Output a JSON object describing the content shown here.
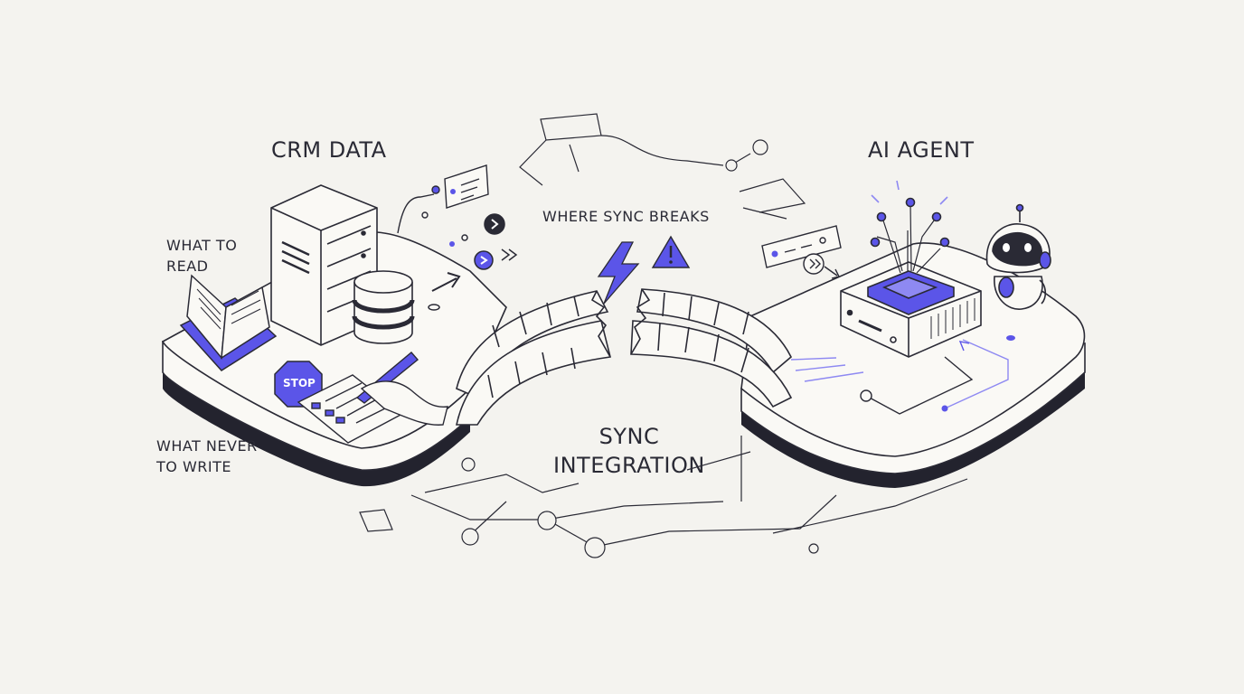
{
  "labels": {
    "crm_data": "CRM DATA",
    "ai_agent": "AI AGENT",
    "what_to_read_1": "WHAT TO",
    "what_to_read_2": "READ",
    "where_sync_breaks": "WHERE SYNC BREAKS",
    "sync_1": "SYNC",
    "sync_2": "INTEGRATION",
    "what_never_1": "WHAT NEVER",
    "what_never_2": "TO WRITE",
    "stop_sign": "STOP"
  },
  "colors": {
    "background": "#f4f3ef",
    "ink": "#2a2a35",
    "accent": "#5b55e8",
    "accent_light": "#8e89f2",
    "platform_fill": "#faf9f5",
    "platform_shadow": "#23232e"
  },
  "icons": [
    "server-rack-icon",
    "database-icon",
    "open-book-icon",
    "stop-sign-icon",
    "pen-hand-icon",
    "broken-bridge-icon",
    "lightning-bolt-icon",
    "warning-triangle-icon",
    "chip-device-icon",
    "robot-icon",
    "chat-bubble-icon"
  ]
}
